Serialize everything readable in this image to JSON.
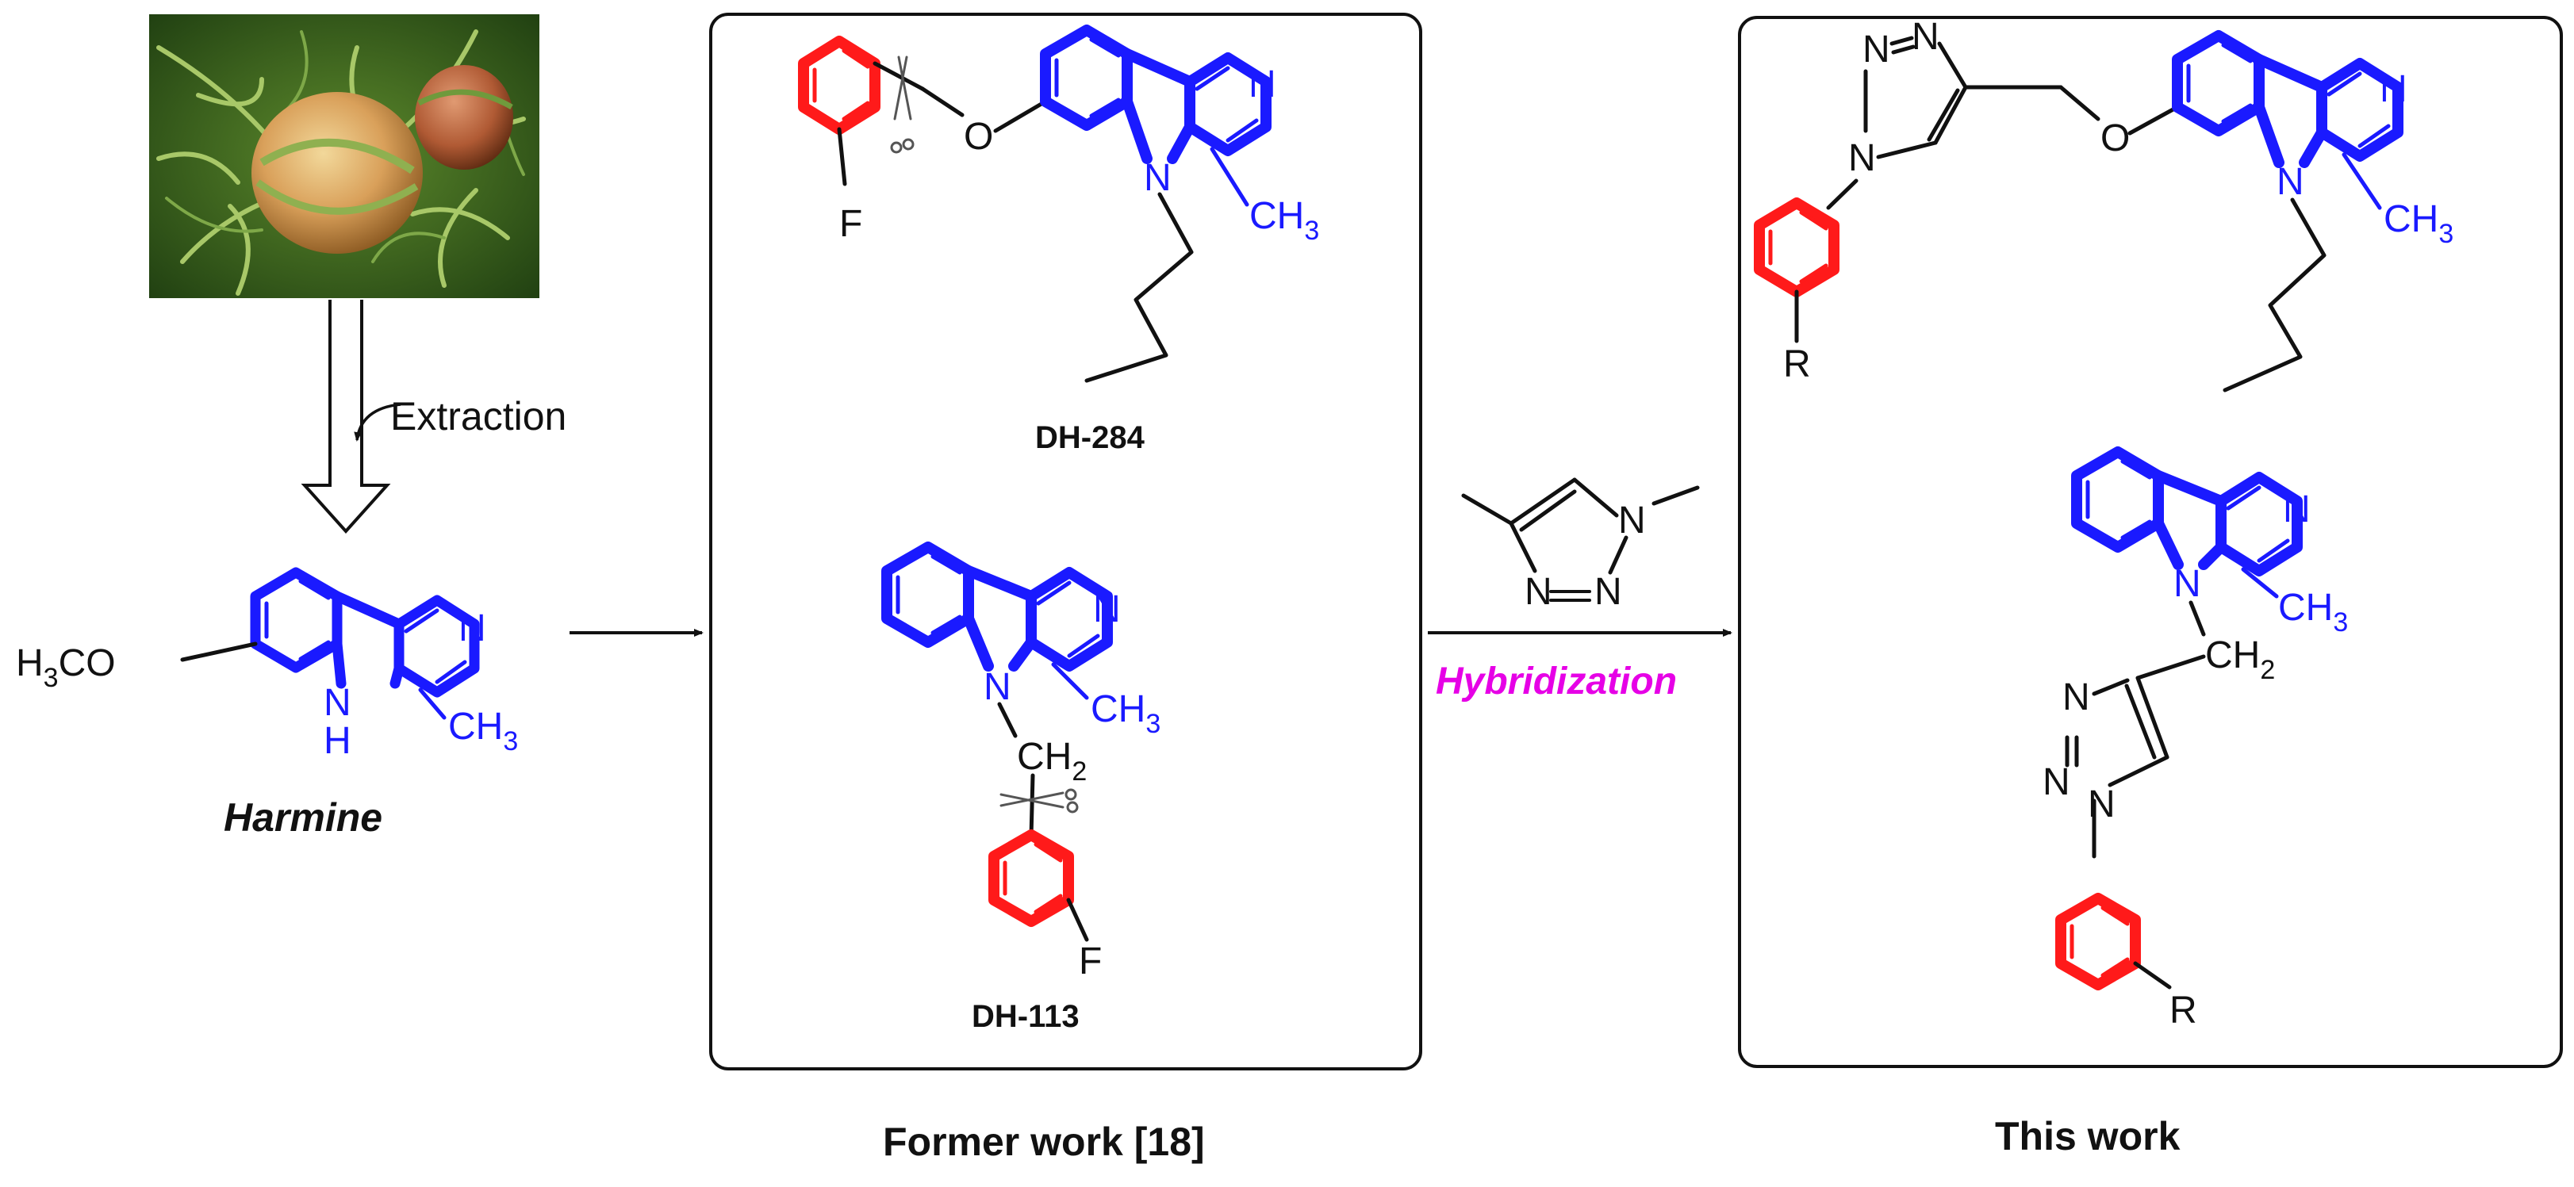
{
  "colors": {
    "core": "#1a1aff",
    "phenyl": "#ff1a1a",
    "hybrid_label": "#e600e6",
    "line": "#111111"
  },
  "photo": {
    "icon": "harmal-plant-photo"
  },
  "extraction": {
    "label": "Extraction"
  },
  "harmine": {
    "name": "Harmine",
    "substituent": "H",
    "substituent_sub": "3",
    "substituent_tail": "CO",
    "atom_N": "N",
    "atom_NH_N": "N",
    "atom_NH_H": "H",
    "methyl": "CH",
    "methyl_sub": "3"
  },
  "former": {
    "caption": "Former work [18]",
    "dh284": {
      "label": "DH-284",
      "atom_O": "O",
      "atom_F": "F",
      "atom_N_pyr": "N",
      "atom_N_ind": "N",
      "methyl": "CH",
      "methyl_sub": "3"
    },
    "dh113": {
      "label": "DH-113",
      "atom_N_pyr": "N",
      "atom_N_ind": "N",
      "methyl": "CH",
      "methyl_sub": "3",
      "methylene": "CH",
      "methylene_sub": "2",
      "atom_F": "F"
    }
  },
  "reagent": {
    "atom_N1": "N",
    "atom_N2": "N",
    "atom_N3": "N",
    "hybrid_label": "Hybridization"
  },
  "this_work": {
    "caption": "This work",
    "top": {
      "atom_N_a": "N",
      "atom_N_b": "N",
      "atom_N_c": "N",
      "atom_O": "O",
      "atom_N_pyr": "N",
      "atom_N_ind": "N",
      "methyl": "CH",
      "methyl_sub": "3",
      "atom_R": "R"
    },
    "bottom": {
      "atom_N_pyr": "N",
      "atom_N_ind": "N",
      "methyl": "CH",
      "methyl_sub": "3",
      "methylene": "CH",
      "methylene_sub": "2",
      "atom_N_a": "N",
      "atom_N_b": "N",
      "atom_N_c": "N",
      "atom_R": "R"
    }
  }
}
